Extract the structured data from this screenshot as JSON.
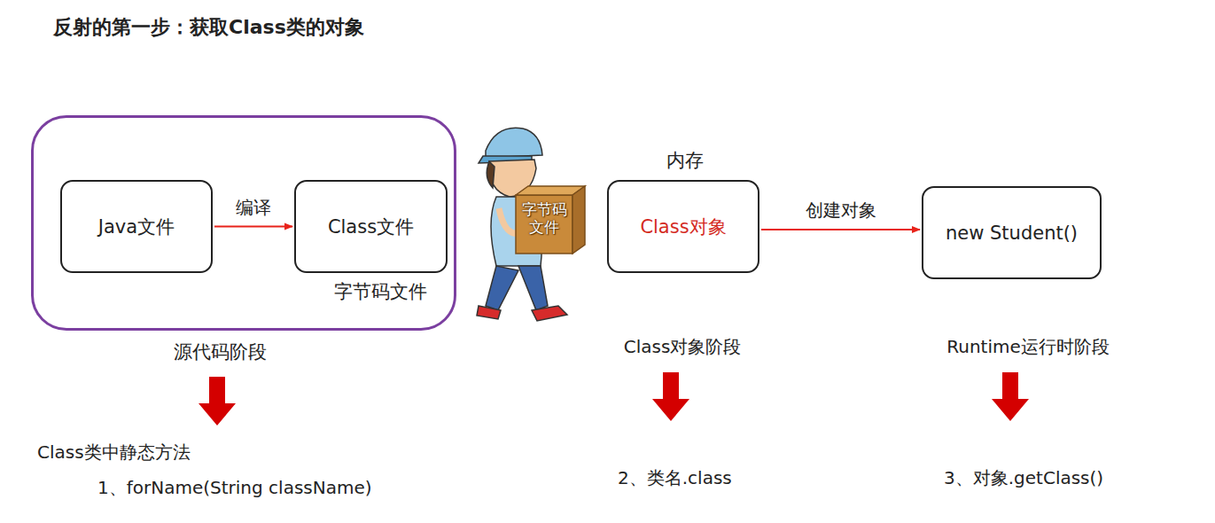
{
  "diagram": {
    "title": "反射的第一步：获取Class类的对象",
    "nodes": [
      {
        "text": [
          "源代码阶段"
        ]
      },
      {
        "text": [
          "Java文件"
        ],
        "in": 0
      },
      {
        "text": [
          "Class文件",
          "字节码文件"
        ],
        "in": 0
      },
      {
        "text": [
          "内存",
          "Class对象"
        ]
      },
      {
        "text": [
          "new Student()"
        ]
      }
    ],
    "edges": [
      {
        "from": 1,
        "to": 2,
        "label": "编译",
        "arrow": "to"
      },
      {
        "from": 3,
        "to": 4,
        "label": "创建对象",
        "arrow": "to"
      }
    ],
    "labels": [
      "字节码文件",
      "Class对象阶段",
      "Runtime运行时阶段",
      "Class类中静态方法",
      "1、forName(String className)",
      "2、类名.class",
      "3、对象.getClass()"
    ]
  }
}
